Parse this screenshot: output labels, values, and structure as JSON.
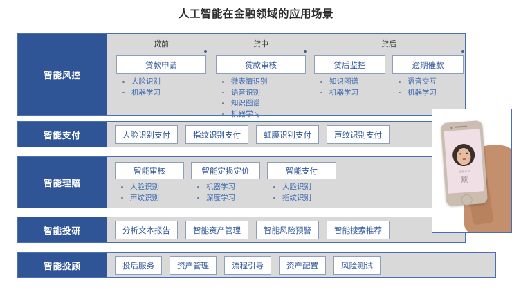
{
  "slide": {
    "title": "人工智能在金融领域的应用场景",
    "colors": {
      "label_blue": "#2f5597",
      "panel_gray": "#d9d9d9",
      "border_blue": "#4a6fb0",
      "chip_text_blue": "#2f5597",
      "bullet_text_blue": "#3d6bb3",
      "background": "#ffffff"
    }
  },
  "rows": {
    "risk": {
      "label": "智能风控",
      "stages": [
        {
          "name": "贷前",
          "items": [
            {
              "title": "贷款申请",
              "bullets": [
                "人脸识别",
                "机器学习"
              ]
            }
          ]
        },
        {
          "name": "贷中",
          "items": [
            {
              "title": "贷款审核",
              "bullets": [
                "微表情识别",
                "语音识别",
                "知识图谱",
                "机器学习"
              ]
            }
          ]
        },
        {
          "name": "贷后",
          "items": [
            {
              "title": "贷后监控",
              "bullets": [
                "知识图谱",
                "机器学习"
              ]
            },
            {
              "title": "逾期催款",
              "bullets": [
                "语音交互",
                "机器学习"
              ]
            }
          ]
        }
      ]
    },
    "payment": {
      "label": "智能支付",
      "chips": [
        "人脸识别支付",
        "指纹识别支付",
        "虹膜识别支付",
        "声纹识别支付"
      ]
    },
    "claims": {
      "label": "智能理赔",
      "items": [
        {
          "title": "智能审核",
          "bullets": [
            "人脸识别",
            "声纹识别"
          ]
        },
        {
          "title": "智能定损定价",
          "bullets": [
            "机器学习",
            "深度学习"
          ]
        },
        {
          "title": "智能支付",
          "bullets": [
            "人脸识别",
            "指纹识别"
          ]
        }
      ]
    },
    "research": {
      "label": "智能投研",
      "chips": [
        "分析文本报告",
        "智能资产管理",
        "智能风险预警",
        "智能搜索推荐"
      ]
    },
    "advisory": {
      "label": "智能投顾",
      "chips": [
        "投后服务",
        "资产管理",
        "流程引导",
        "资产配置",
        "风险测试"
      ]
    }
  },
  "photo": {
    "caption": "刷脸支付",
    "app_mark": "刷"
  }
}
